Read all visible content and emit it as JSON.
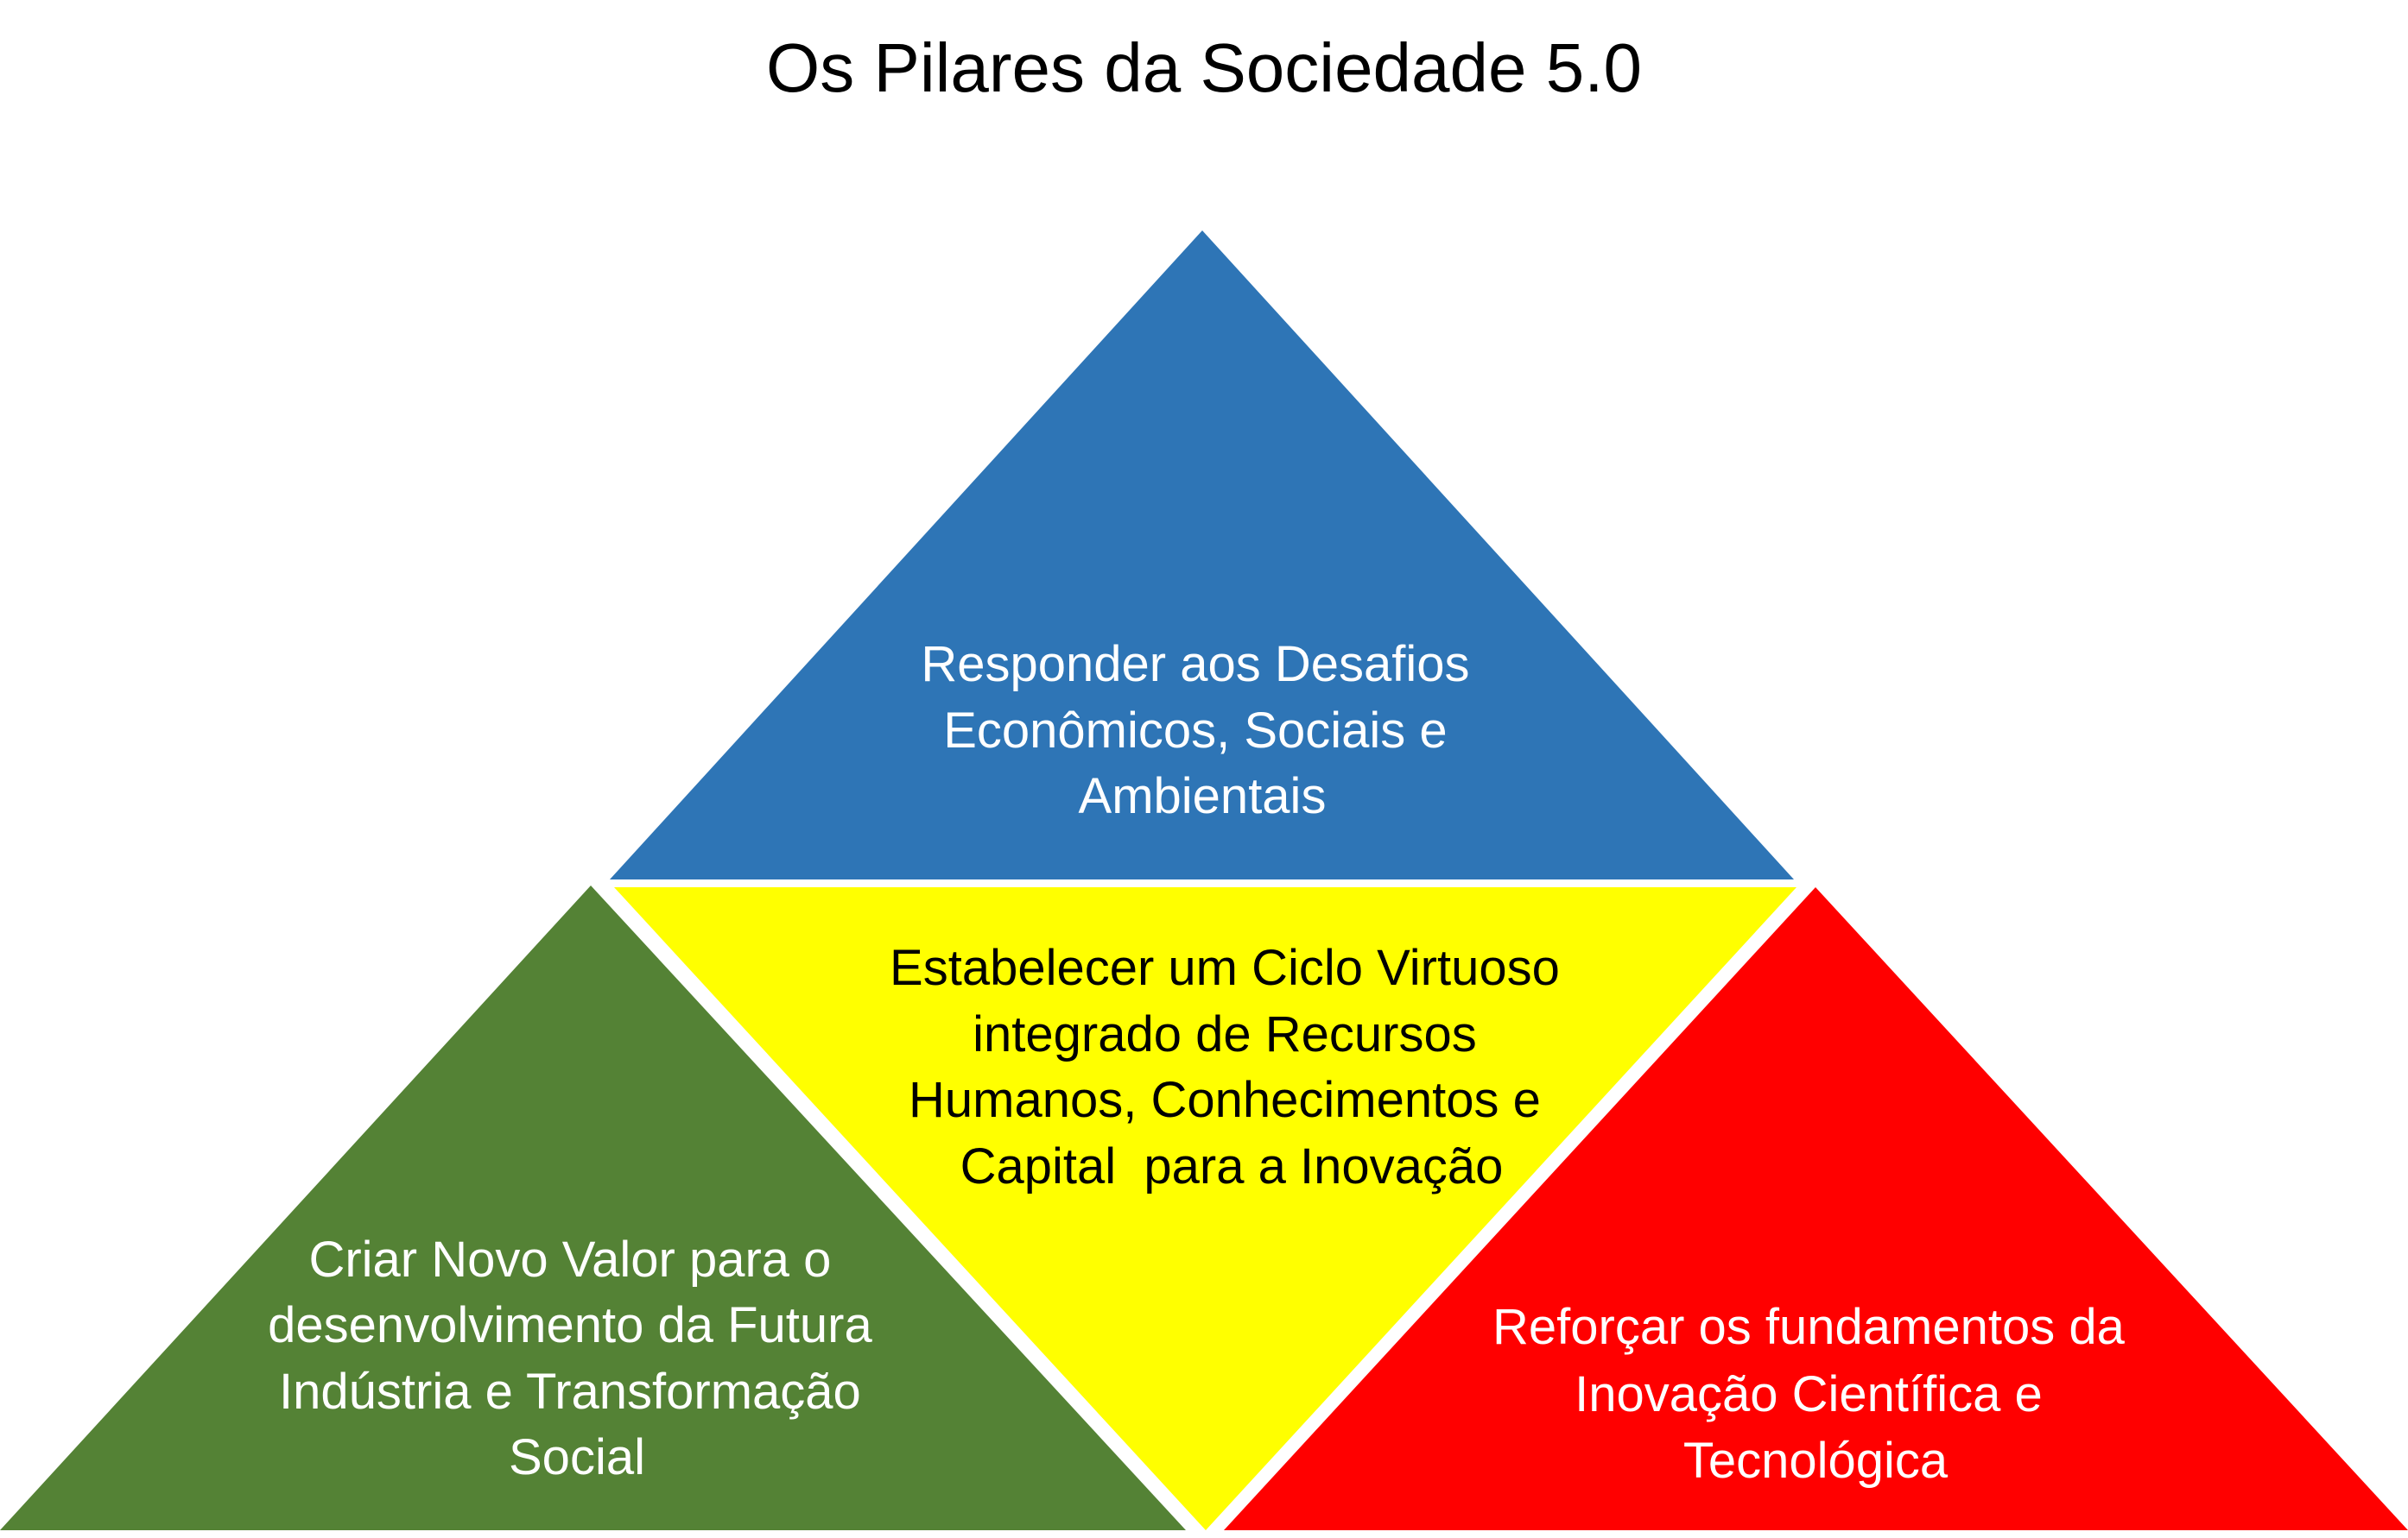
{
  "title": "Os Pilares da Sociedade 5.0",
  "colors": {
    "top": "#2E75B6",
    "center": "#FFFF00",
    "left": "#548235",
    "right": "#FF0000"
  },
  "pillars": {
    "top": [
      "Responder aos Desafios",
      "Econômicos, Sociais e",
      "Ambientais"
    ],
    "center": [
      "Estabelecer um Ciclo Virtuoso",
      "integrado de Recursos",
      "Humanos, Conhecimentos e",
      "Capital  para a Inovação"
    ],
    "left": [
      "Criar Novo Valor para o",
      "desenvolvimento da Futura",
      "Indústria e Transformação",
      "Social"
    ],
    "right": [
      "Reforçar os fundamentos da",
      "Inovação Científica e",
      "Tecnológica"
    ]
  }
}
